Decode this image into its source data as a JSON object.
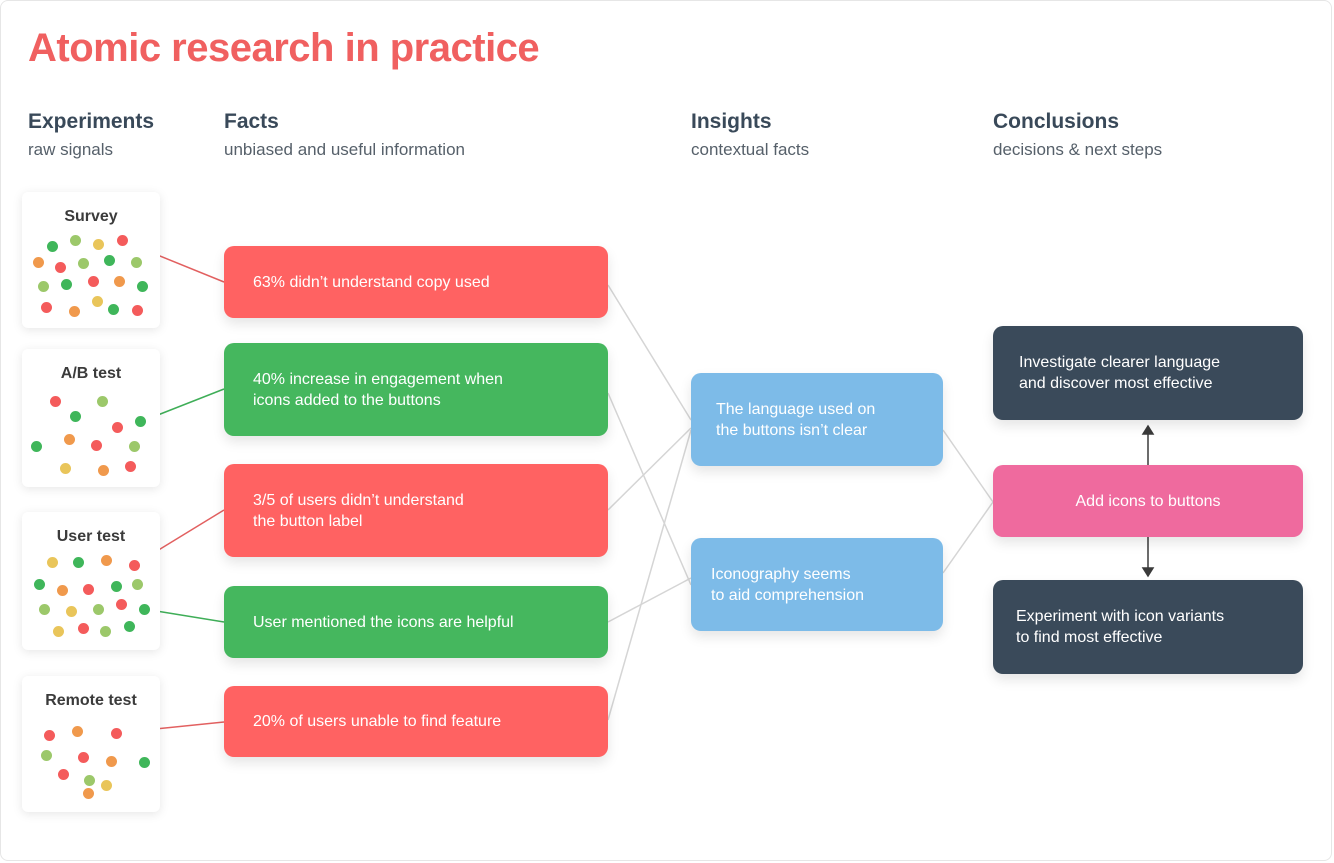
{
  "title": "Atomic research in practice",
  "columns": [
    {
      "heading": "Experiments",
      "subheading": "raw signals"
    },
    {
      "heading": "Facts",
      "subheading": "unbiased and useful information"
    },
    {
      "heading": "Insights",
      "subheading": "contextual facts"
    },
    {
      "heading": "Conclusions",
      "subheading": "decisions & next steps"
    }
  ],
  "experiments": [
    {
      "label": "Survey"
    },
    {
      "label": "A/B test"
    },
    {
      "label": "User test"
    },
    {
      "label": "Remote test"
    }
  ],
  "facts": [
    {
      "text": "63% didn’t understand copy used",
      "color": "#ff6262"
    },
    {
      "text": "40% increase in engagement when\nicons added to the buttons",
      "color": "#45b75e"
    },
    {
      "text": "3/5 of users didn’t understand\nthe button label",
      "color": "#ff6262"
    },
    {
      "text": "User mentioned the icons are helpful",
      "color": "#45b75e"
    },
    {
      "text": "20% of users unable to find feature",
      "color": "#ff6262"
    }
  ],
  "insights": [
    {
      "text": "The language used on\nthe buttons isn’t clear",
      "color": "#7dbbe8"
    },
    {
      "text": "Iconography seems\nto aid comprehension",
      "color": "#7dbbe8"
    }
  ],
  "conclusions": [
    {
      "text": "Investigate clearer language\nand discover most effective",
      "color": "#3a4a5a"
    },
    {
      "text": "Add icons to buttons",
      "color": "#ef6a9e"
    },
    {
      "text": "Experiment with icon variants\nto find most effective",
      "color": "#3a4a5a"
    }
  ],
  "colors": {
    "title": "#f06060",
    "heading": "#394959",
    "dot_red": "#f45b5b",
    "dot_green": "#3fb65a",
    "dot_lightgreen": "#9cc86a",
    "dot_yellow": "#e9c55a",
    "dot_orange": "#f0994c",
    "connector_grey": "#d5d5d5"
  }
}
